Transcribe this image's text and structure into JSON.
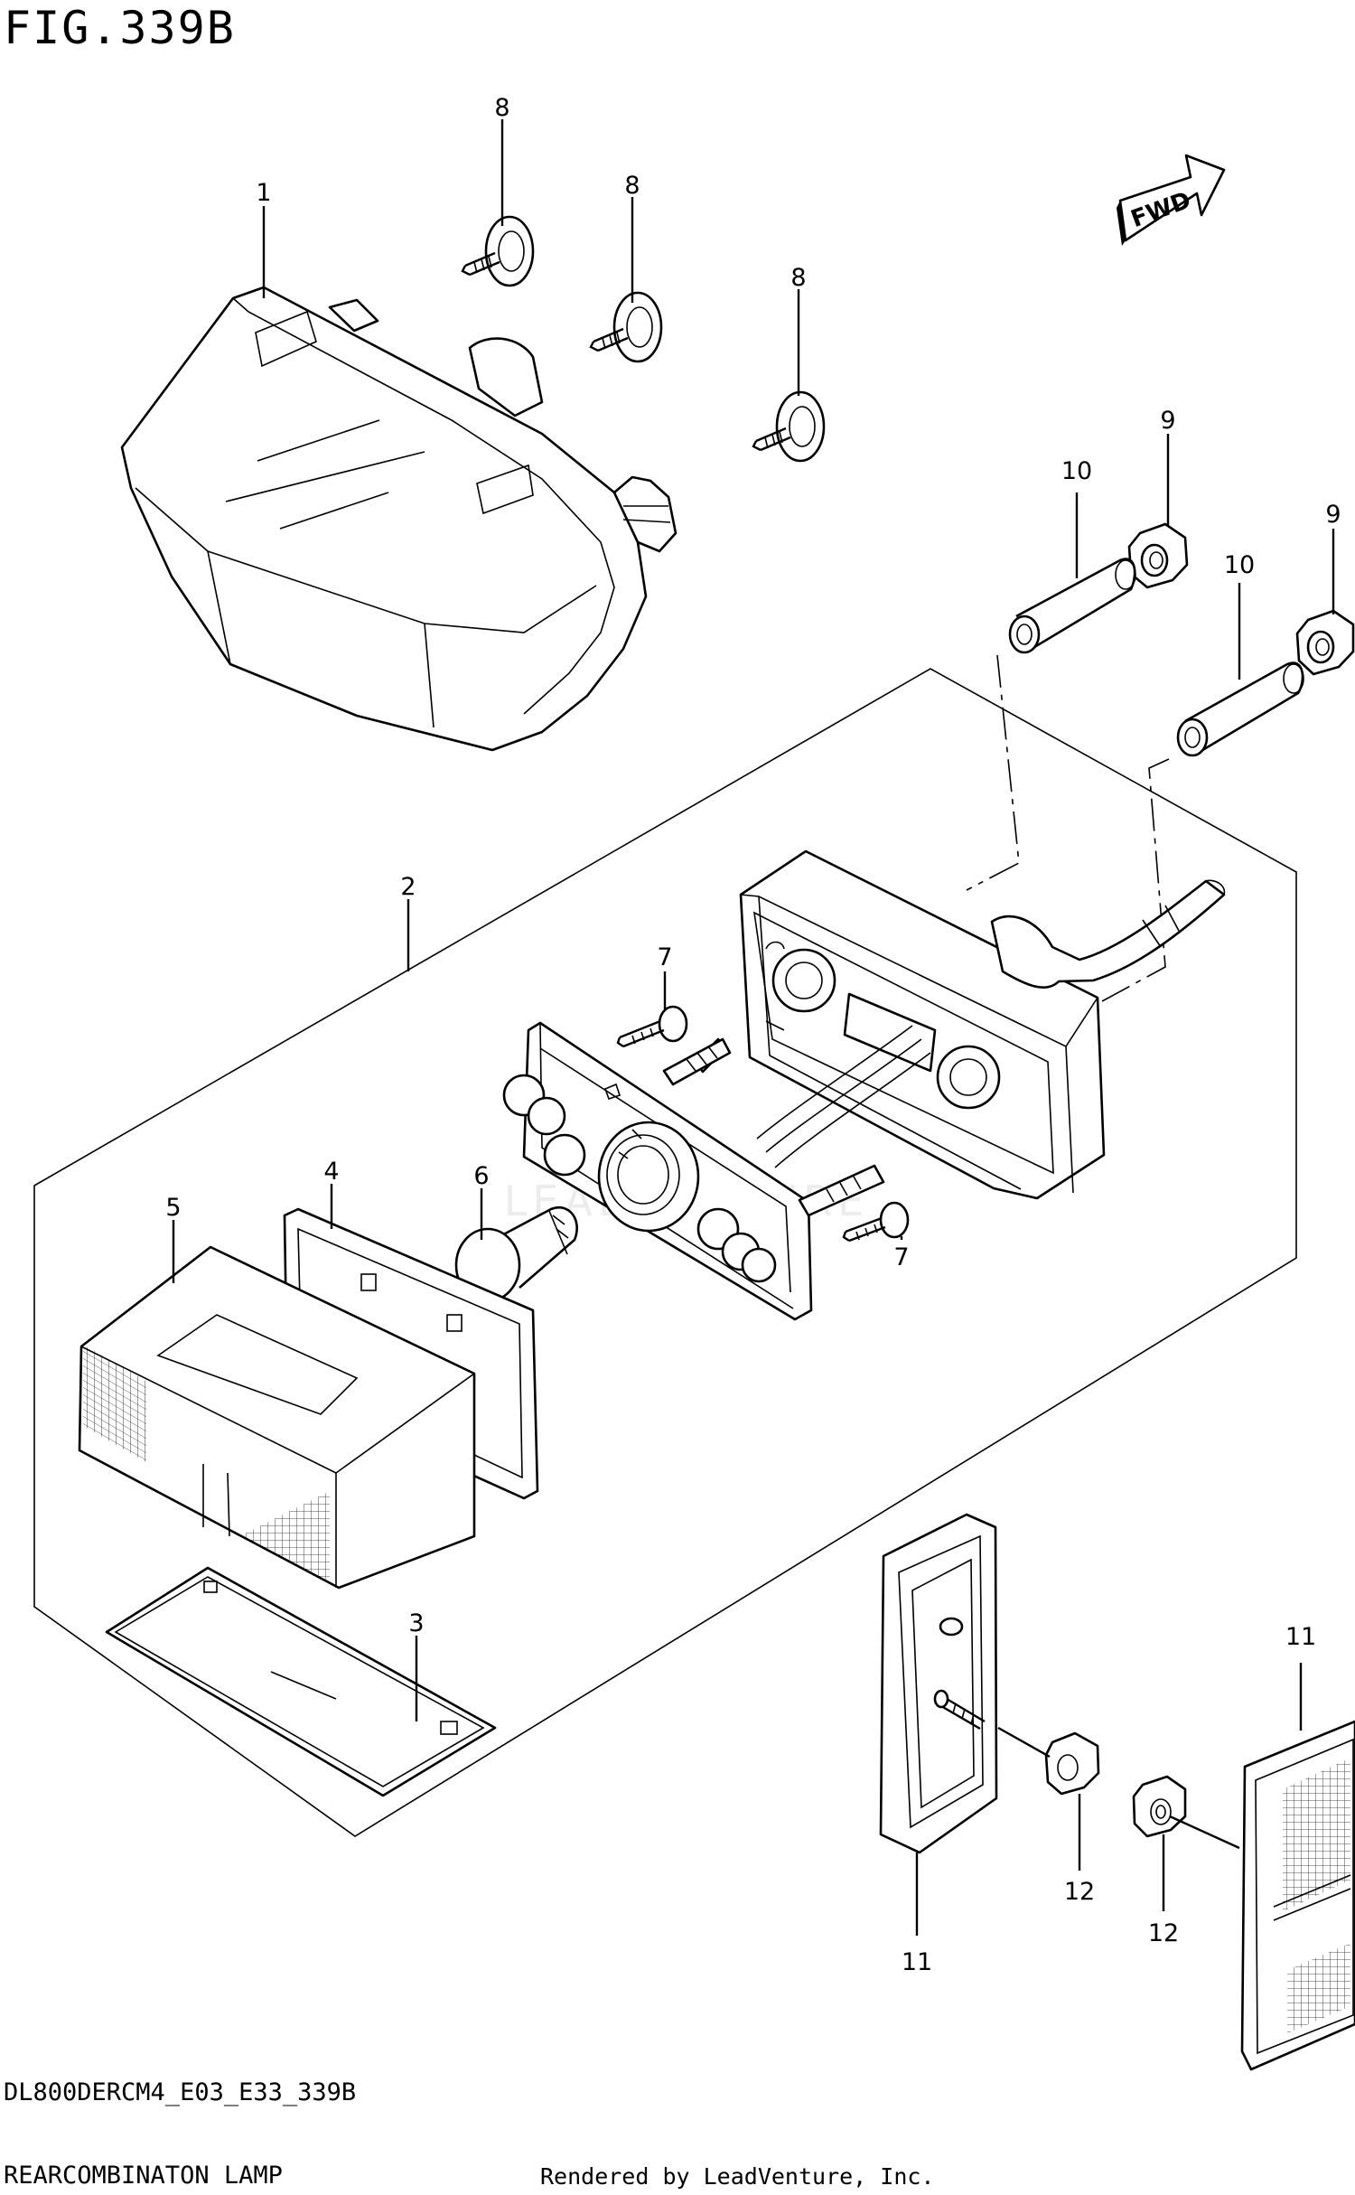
{
  "figure_title": "FIG.339B",
  "model_code": "DL800DERCM4_E03_E33_339B",
  "section_name": "REARCOMBINATON LAMP",
  "credit": "Rendered by LeadVenture, Inc.",
  "watermark": "LEADVENTURE",
  "fwd_label": "FWD",
  "callouts": {
    "c1": "1",
    "c2": "2",
    "c3": "3",
    "c4": "4",
    "c5": "5",
    "c6": "6",
    "c7a": "7",
    "c7b": "7",
    "c8a": "8",
    "c8b": "8",
    "c8c": "8",
    "c9a": "9",
    "c9b": "9",
    "c10a": "10",
    "c10b": "10",
    "c11a": "11",
    "c11b": "11",
    "c12a": "12",
    "c12b": "12"
  }
}
